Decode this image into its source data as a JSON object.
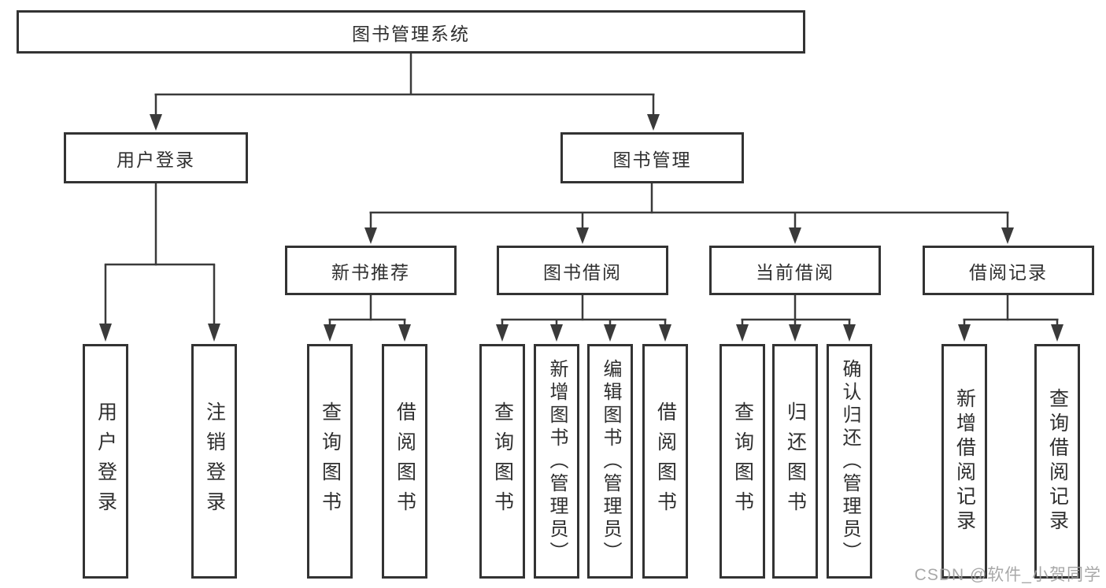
{
  "tree": {
    "root": {
      "label": "图书管理系统",
      "children": [
        {
          "label": "用户登录",
          "children": [
            {
              "label": "用户登录"
            },
            {
              "label": "注销登录"
            }
          ]
        },
        {
          "label": "图书管理",
          "children": [
            {
              "label": "新书推荐",
              "children": [
                {
                  "label": "查询图书"
                },
                {
                  "label": "借阅图书"
                }
              ]
            },
            {
              "label": "图书借阅",
              "children": [
                {
                  "label": "查询图书"
                },
                {
                  "label": "新增图书（管理员）"
                },
                {
                  "label": "编辑图书（管理员）"
                },
                {
                  "label": "借阅图书"
                }
              ]
            },
            {
              "label": "当前借阅",
              "children": [
                {
                  "label": "查询图书"
                },
                {
                  "label": "归还图书"
                },
                {
                  "label": "确认归还（管理员）"
                }
              ]
            },
            {
              "label": "借阅记录",
              "children": [
                {
                  "label": "新增借阅记录"
                },
                {
                  "label": "查询借阅记录"
                }
              ]
            }
          ]
        }
      ]
    }
  },
  "watermark": {
    "text": "CSDN @软件_小贺同学"
  },
  "colors": {
    "line": "#3a3a3a",
    "box_border": "#333333",
    "text": "#2f2f2f",
    "watermark": "#9e9e9e",
    "background": "#ffffff"
  }
}
